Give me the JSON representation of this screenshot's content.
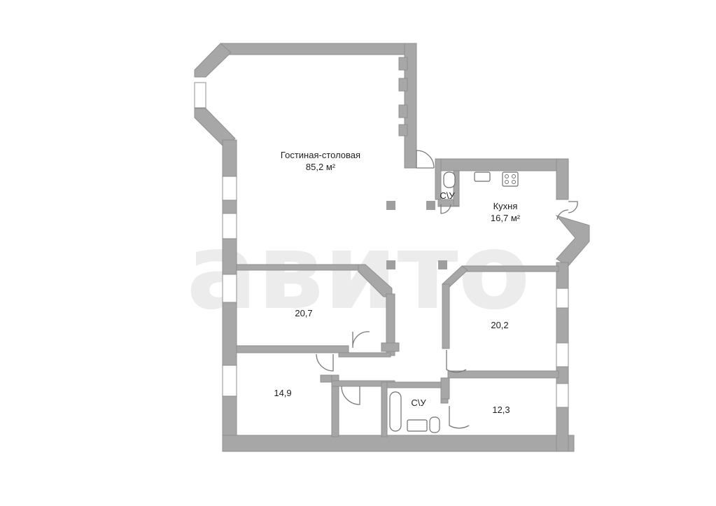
{
  "rooms": {
    "living": {
      "name": "Гостиная-столовая",
      "area": "85,2 м²"
    },
    "kitchen": {
      "name": "Кухня",
      "area": "16,7 м²"
    },
    "bath_small": {
      "name": "С\\У"
    },
    "bath_main": {
      "name": "С\\У"
    },
    "bedroom_1": {
      "area": "20,7"
    },
    "bedroom_2": {
      "area": "20,2"
    },
    "bedroom_3": {
      "area": "14,9"
    },
    "bedroom_4": {
      "area": "12,3"
    }
  },
  "colors": {
    "wall": "#a7a7a7",
    "window": "#ffffff",
    "background": "#ffffff"
  }
}
